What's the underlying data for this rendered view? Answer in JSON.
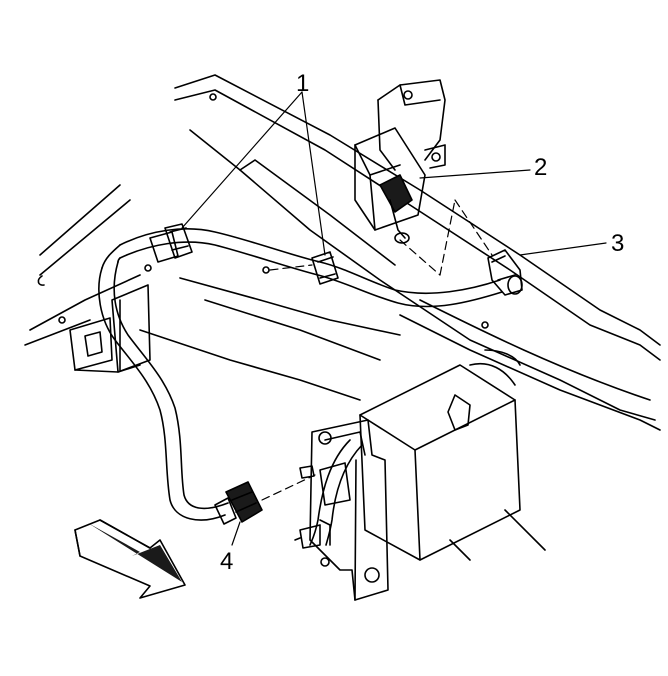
{
  "callouts": {
    "c1": "1",
    "c2": "2",
    "c3": "3",
    "c4": "4"
  },
  "colors": {
    "line": "#000000",
    "background": "#ffffff",
    "shade": "#1a1a1a"
  }
}
